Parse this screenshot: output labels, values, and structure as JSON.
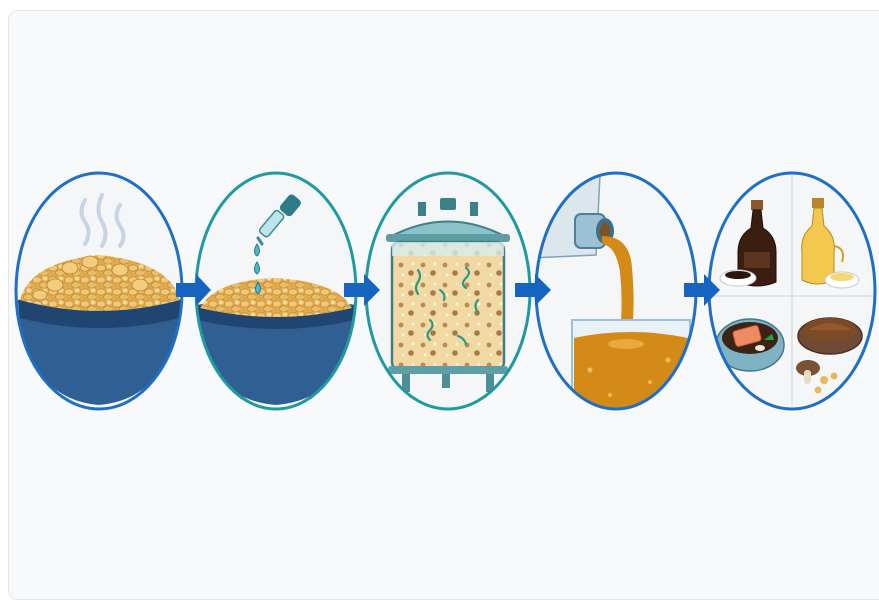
{
  "diagram": {
    "steps": [
      {
        "id": "cooked-soybeans",
        "icons": [
          "steam-icon",
          "soybean-bowl-icon"
        ]
      },
      {
        "id": "inoculation",
        "icons": [
          "dropper-icon",
          "water-drop-icon",
          "soybean-bowl-icon"
        ]
      },
      {
        "id": "fermentation",
        "icons": [
          "fermentation-tank-icon",
          "microbe-icon"
        ]
      },
      {
        "id": "pressing-extraction",
        "icons": [
          "spout-icon",
          "amber-liquid-icon"
        ]
      },
      {
        "id": "products",
        "icons": [
          "soy-sauce-bottle-icon",
          "oil-bottle-icon",
          "salmon-dish-icon",
          "miso-bowl-icon",
          "mushroom-icon"
        ]
      }
    ],
    "arrow_count": 4,
    "colors": {
      "circle_border_blue": "#1f6fc4",
      "circle_border_teal": "#1f9aa0",
      "arrow_blue": "#1565c0",
      "bean": "#e3b35f",
      "bowl": "#2e5d8e",
      "liquid": "#d48a16",
      "panel_bg": "#f8f9fa"
    }
  }
}
